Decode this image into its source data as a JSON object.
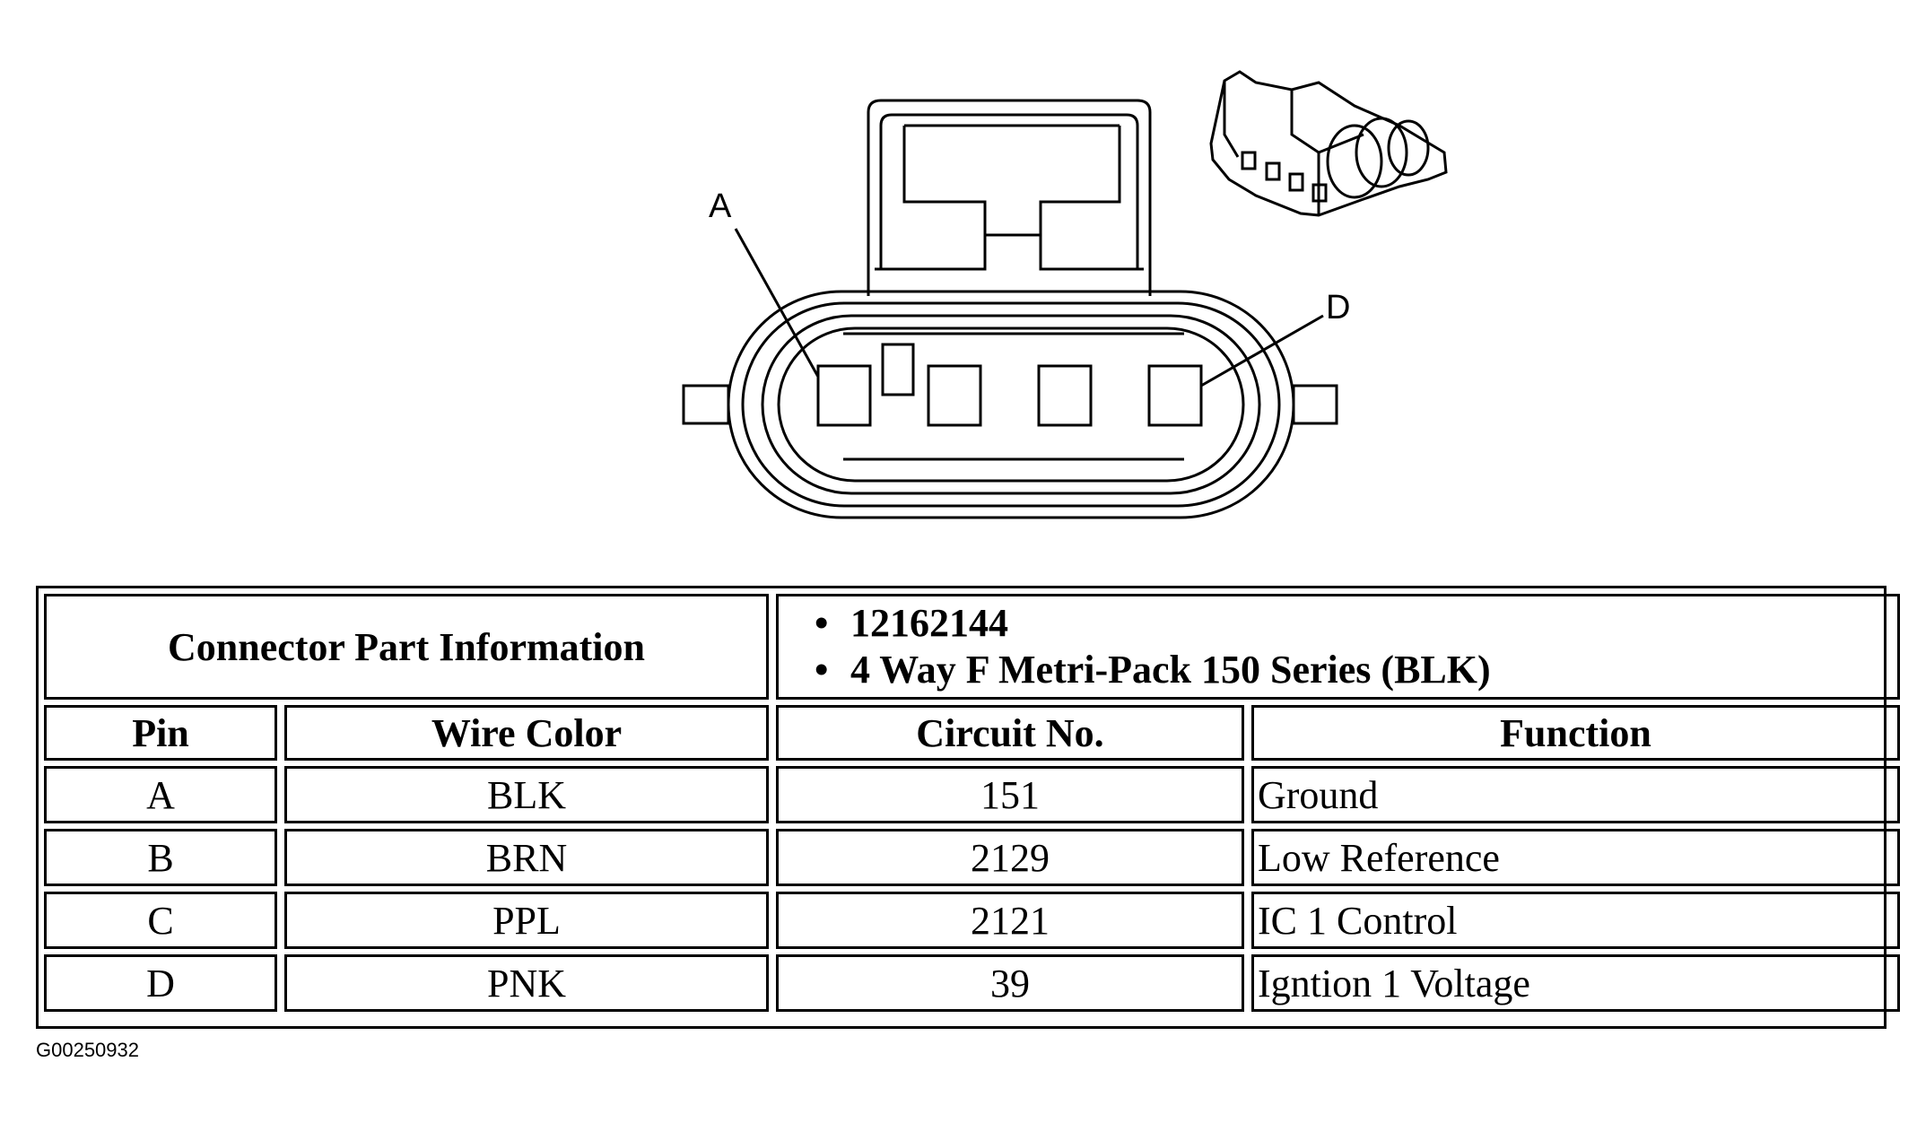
{
  "diagram": {
    "pin_callouts": [
      "A",
      "D"
    ],
    "icons": [
      "connector-face-view",
      "connector-3d-view"
    ]
  },
  "table": {
    "part_info_label": "Connector Part Information",
    "part_info_items": [
      "12162144",
      "4 Way F Metri-Pack 150 Series (BLK)"
    ],
    "bullet": "•",
    "columns": [
      "Pin",
      "Wire Color",
      "Circuit No.",
      "Function"
    ],
    "rows": [
      {
        "pin": "A",
        "wire_color": "BLK",
        "circuit": "151",
        "function": "Ground"
      },
      {
        "pin": "B",
        "wire_color": "BRN",
        "circuit": "2129",
        "function": "Low Reference"
      },
      {
        "pin": "C",
        "wire_color": "PPL",
        "circuit": "2121",
        "function": "IC 1 Control"
      },
      {
        "pin": "D",
        "wire_color": "PNK",
        "circuit": "39",
        "function": "Igntion 1 Voltage"
      }
    ]
  },
  "figure_id": "G00250932"
}
